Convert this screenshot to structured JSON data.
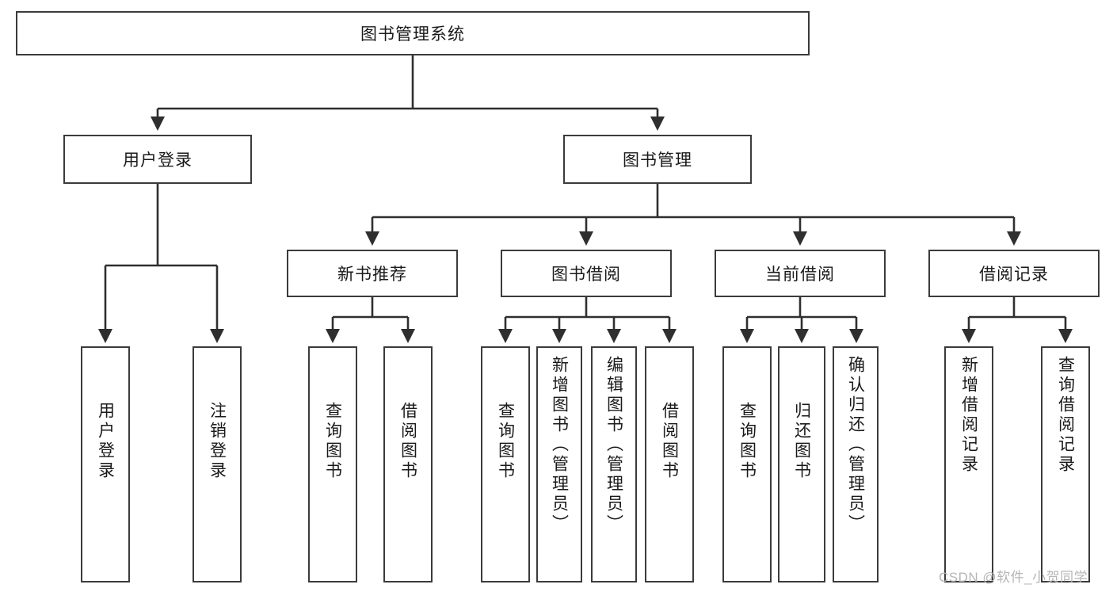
{
  "diagram": {
    "type": "hierarchy-tree",
    "title": "图书管理系统",
    "root": {
      "id": "root",
      "label": "图书管理系统",
      "orientation": "horizontal"
    },
    "level2": [
      {
        "id": "user-login",
        "label": "用户登录",
        "orientation": "horizontal"
      },
      {
        "id": "book-manage",
        "label": "图书管理",
        "orientation": "horizontal"
      }
    ],
    "level3": [
      {
        "id": "new-book-recommend",
        "label": "新书推荐",
        "orientation": "horizontal",
        "parent": "book-manage"
      },
      {
        "id": "book-borrow",
        "label": "图书借阅",
        "orientation": "horizontal",
        "parent": "book-manage"
      },
      {
        "id": "current-borrow",
        "label": "当前借阅",
        "orientation": "horizontal",
        "parent": "book-manage"
      },
      {
        "id": "borrow-record",
        "label": "借阅记录",
        "orientation": "horizontal",
        "parent": "book-manage"
      }
    ],
    "leaves": [
      {
        "id": "leaf-user-login",
        "label": "用户登录",
        "parent": "user-login"
      },
      {
        "id": "leaf-logout-login",
        "label": "注销登录",
        "parent": "user-login"
      },
      {
        "id": "leaf-query-book-1",
        "label": "查询图书",
        "parent": "new-book-recommend"
      },
      {
        "id": "leaf-borrow-book-1",
        "label": "借阅图书",
        "parent": "new-book-recommend"
      },
      {
        "id": "leaf-query-book-2",
        "label": "查询图书",
        "parent": "book-borrow"
      },
      {
        "id": "leaf-add-book",
        "label": "新增图书（管理员）",
        "parent": "book-borrow"
      },
      {
        "id": "leaf-edit-book",
        "label": "编辑图书（管理员）",
        "parent": "book-borrow"
      },
      {
        "id": "leaf-borrow-book-2",
        "label": "借阅图书",
        "parent": "book-borrow"
      },
      {
        "id": "leaf-query-book-3",
        "label": "查询图书",
        "parent": "current-borrow"
      },
      {
        "id": "leaf-return-book",
        "label": "归还图书",
        "parent": "current-borrow"
      },
      {
        "id": "leaf-confirm-return",
        "label": "确认归还（管理员）",
        "parent": "current-borrow"
      },
      {
        "id": "leaf-add-record",
        "label": "新增借阅记录",
        "parent": "borrow-record"
      },
      {
        "id": "leaf-query-record",
        "label": "查询借阅记录",
        "parent": "borrow-record"
      }
    ]
  },
  "watermark": {
    "text": "CSDN @软件_小贺同学"
  },
  "colors": {
    "border": "#3b3b3b",
    "text": "#1a1a1a",
    "background": "#ffffff",
    "watermark": "#b6b6b6"
  }
}
